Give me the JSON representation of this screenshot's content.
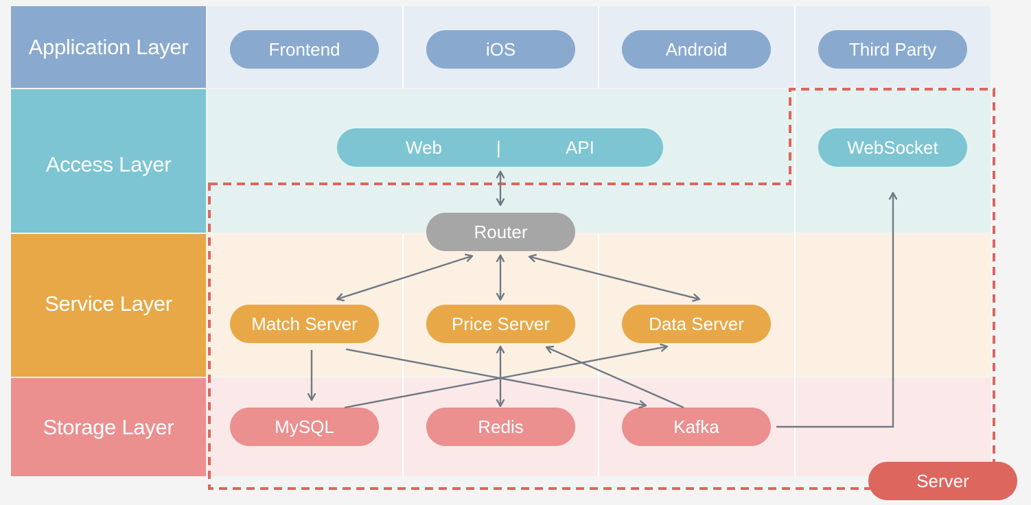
{
  "colors": {
    "background": "#f4f4f4",
    "application": "#89a9cf",
    "application_bg": "#e6edf5",
    "access": "#7dc5d3",
    "access_bg": "#e3f2f0",
    "service": "#e8a847",
    "service_bg": "#fcf0e3",
    "storage": "#eb8f8f",
    "storage_bg": "#fbe8e8",
    "router": "#a6a6a6",
    "server_badge": "#dd665e",
    "arrow": "#707983",
    "dashed": "#dd665e"
  },
  "layers": [
    {
      "name": "Application Layer"
    },
    {
      "name": "Access Layer"
    },
    {
      "name": "Service Layer"
    },
    {
      "name": "Storage Layer"
    }
  ],
  "application": {
    "nodes": [
      "Frontend",
      "iOS",
      "Android",
      "Third Party"
    ]
  },
  "access": {
    "gateway": {
      "left": "Web",
      "divider": "|",
      "right": "API"
    },
    "websocket": "WebSocket"
  },
  "router": "Router",
  "service": {
    "nodes": [
      "Match Server",
      "Price Server",
      "Data Server"
    ]
  },
  "storage": {
    "nodes": [
      "MySQL",
      "Redis",
      "Kafka"
    ]
  },
  "server_badge": "Server",
  "edges": [
    {
      "from": "Web | API",
      "to": "Router",
      "direction": "both"
    },
    {
      "from": "Router",
      "to": "Match Server",
      "direction": "both"
    },
    {
      "from": "Router",
      "to": "Price Server",
      "direction": "both"
    },
    {
      "from": "Router",
      "to": "Data Server",
      "direction": "both"
    },
    {
      "from": "Match Server",
      "to": "MySQL",
      "direction": "forward"
    },
    {
      "from": "Match Server",
      "to": "Kafka",
      "direction": "forward"
    },
    {
      "from": "Price Server",
      "to": "Redis",
      "direction": "both"
    },
    {
      "from": "MySQL",
      "to": "Data Server",
      "direction": "forward"
    },
    {
      "from": "Kafka",
      "to": "Price Server",
      "direction": "forward"
    },
    {
      "from": "Kafka",
      "to": "WebSocket",
      "direction": "forward"
    }
  ]
}
